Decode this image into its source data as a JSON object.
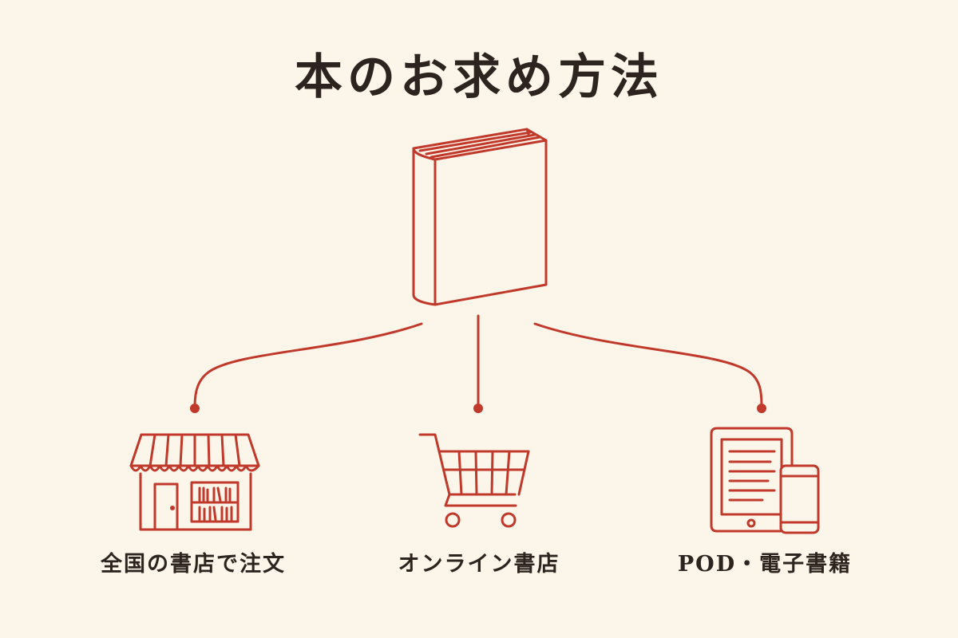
{
  "title": "本のお求め方法",
  "colors": {
    "background": "#fcf5ea",
    "accent": "#c0392b",
    "text": "#2e241f"
  },
  "center": {
    "icon": "book-icon"
  },
  "options": [
    {
      "icon": "bookstore-icon",
      "label": "全国の書店で注文"
    },
    {
      "icon": "shopping-cart-icon",
      "label": "オンライン書店"
    },
    {
      "icon": "tablet-phone-icon",
      "label": "POD・電子書籍"
    }
  ]
}
